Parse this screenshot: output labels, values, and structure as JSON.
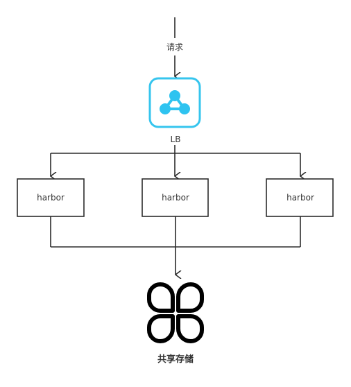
{
  "request_label": "请求",
  "lb": {
    "label": "LB",
    "icon": "network-share-icon",
    "accent": "#2ec3f0"
  },
  "nodes": [
    {
      "label": "harbor"
    },
    {
      "label": "harbor"
    },
    {
      "label": "harbor"
    }
  ],
  "storage": {
    "label": "共享存储",
    "icon": "shared-storage-icon"
  },
  "colors": {
    "line": "#2b2b2b",
    "box_border": "#2b2b2b",
    "lb_border": "#36c5ee"
  }
}
